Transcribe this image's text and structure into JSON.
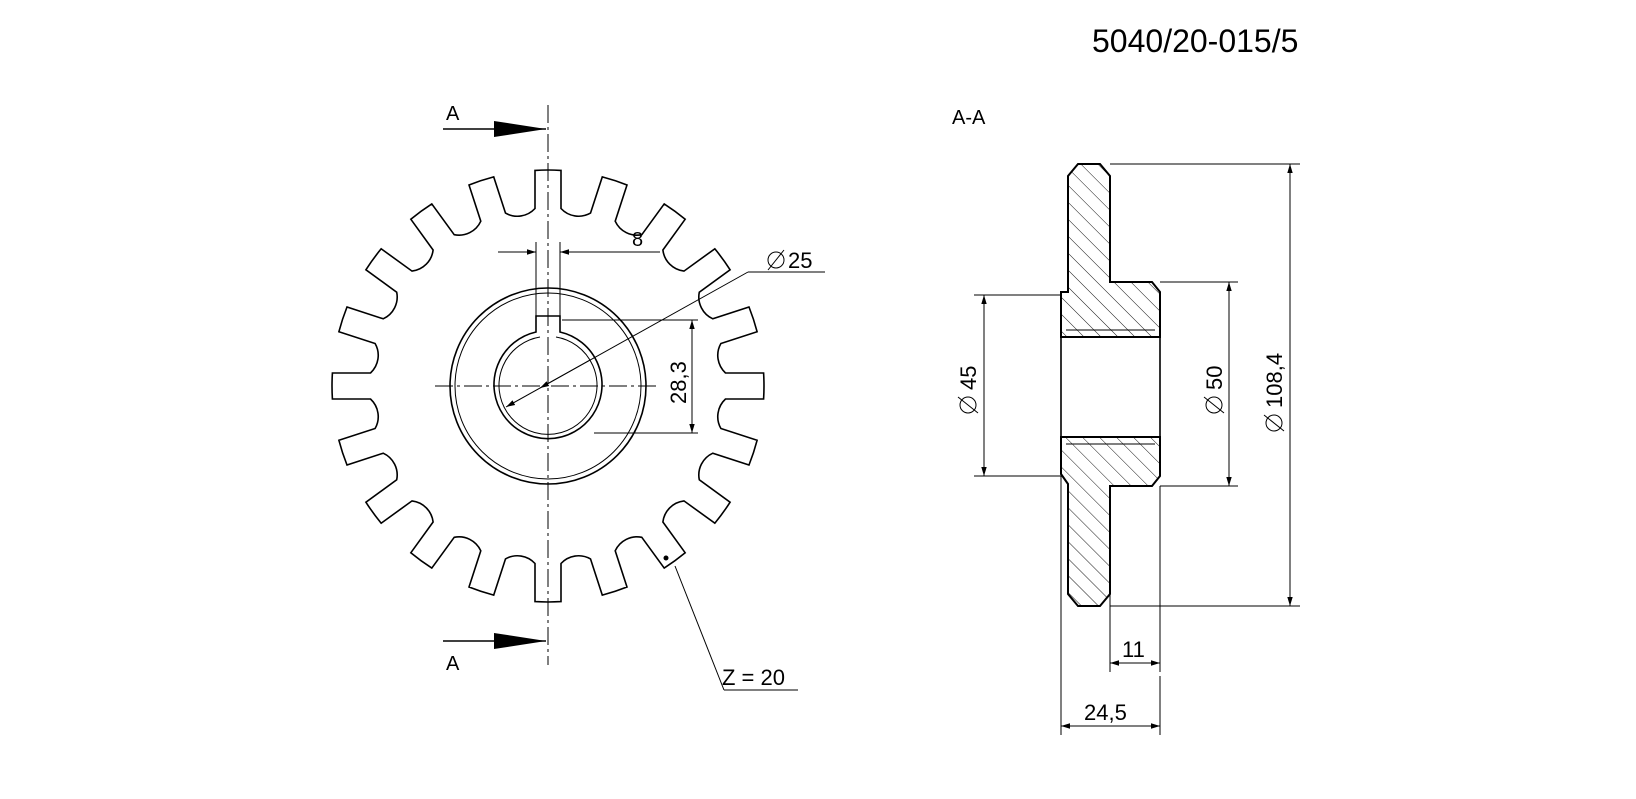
{
  "drawing": {
    "part_number": "5040/20-015/5",
    "section_title": "A-A",
    "section_mark_top": "A",
    "section_mark_bottom": "A",
    "teeth_count": 20,
    "dimensions": {
      "key_width": "8",
      "bore_diameter": "25",
      "keyway_height": "28,3",
      "hub_inner_diameter": "45",
      "hub_outer_diameter": "50",
      "outer_diameter": "108,4",
      "tooth_width": "11",
      "hub_length": "24,5",
      "teeth_note": "Z = 20"
    }
  }
}
